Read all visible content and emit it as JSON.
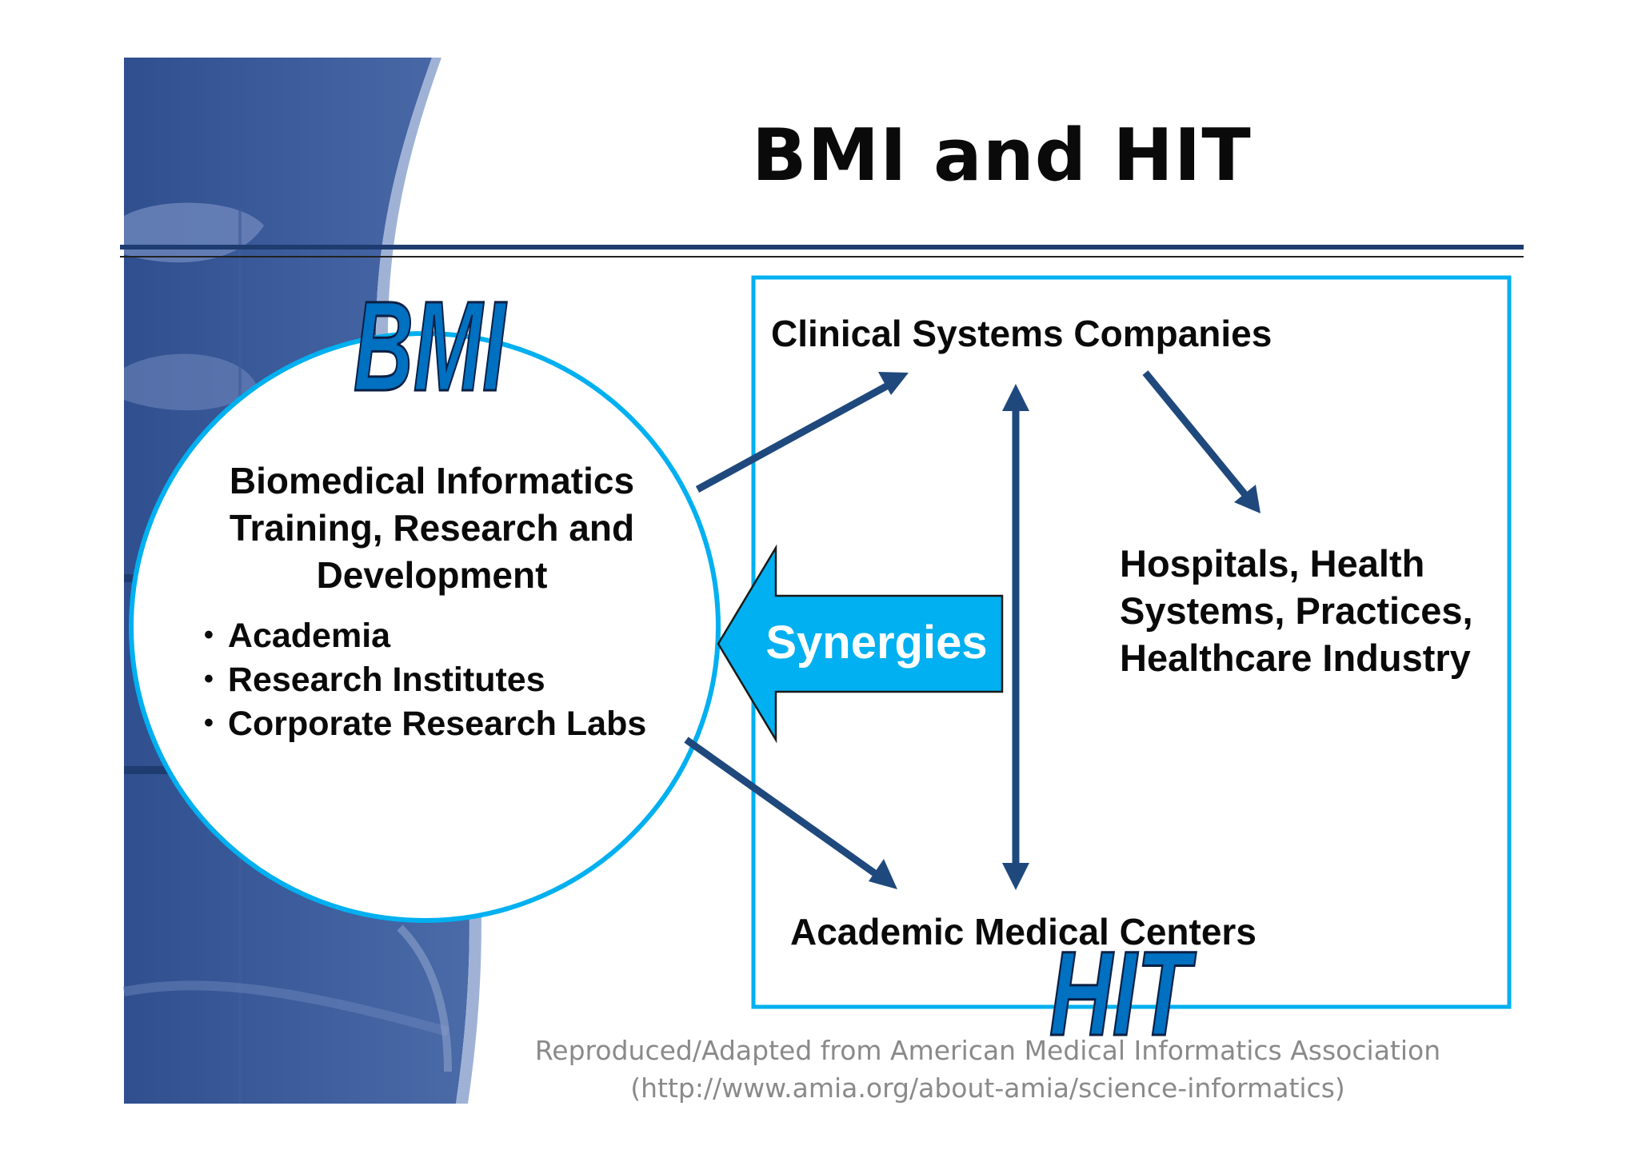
{
  "slide": {
    "title": "BMI and HIT",
    "credit_line1": "Reproduced/Adapted from American Medical Informatics Association",
    "credit_line2": "(http://www.amia.org/about-amia/science-informatics)"
  },
  "bmi": {
    "logo": "BMI",
    "heading": [
      "Biomedical Informatics",
      "Training, Research and",
      "Development"
    ],
    "bullets": [
      "Academia",
      "Research Institutes",
      "Corporate Research Labs"
    ]
  },
  "synergies_label": "Synergies",
  "hit": {
    "logo": "HIT",
    "clinical_systems": "Clinical Systems Companies",
    "hospitals": [
      "Hospitals, Health",
      "Systems, Practices,",
      "Healthcare Industry"
    ],
    "academic_centers": "Academic Medical Centers"
  },
  "colors": {
    "dark_blue": "#1f497d",
    "cyan": "#00b0f0",
    "logo_blue": "#0070c0",
    "arrow_fill": "#00b0f0",
    "arrow_navy": "#1f497d"
  }
}
